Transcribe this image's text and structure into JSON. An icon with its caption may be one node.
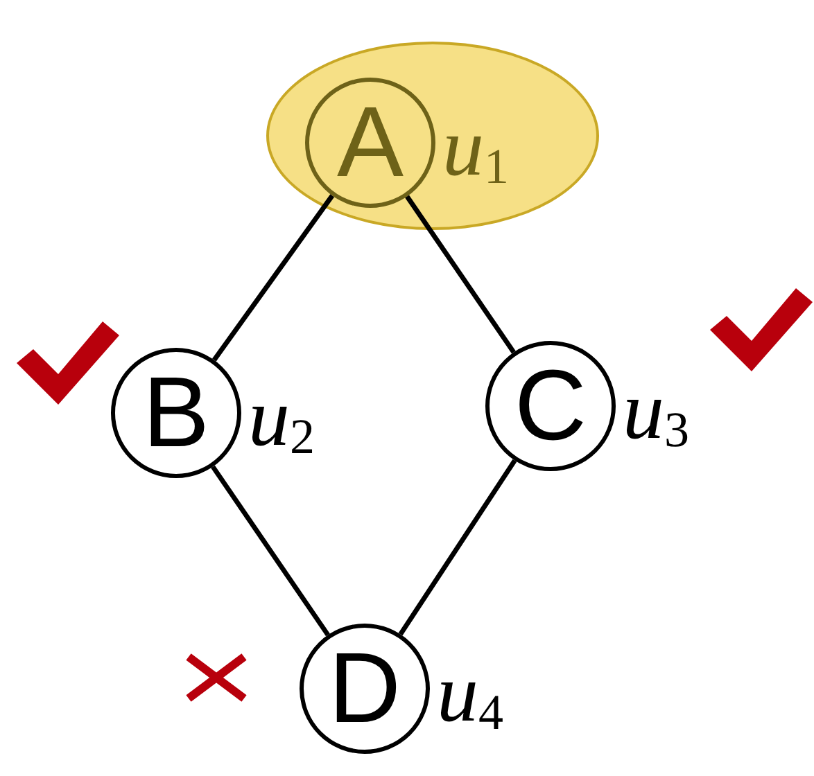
{
  "diagram": {
    "nodes": [
      {
        "text": [],
        "shape": "ellipse"
      },
      {
        "text": [
          "A"
        ],
        "in": 0,
        "beside": [
          "u$_{1}$"
        ]
      },
      {
        "text": [
          "B"
        ],
        "beside": [
          "u$_{2}$"
        ]
      },
      {
        "text": [
          "C"
        ],
        "beside": [
          "u$_{3}$"
        ]
      },
      {
        "text": [
          "D"
        ],
        "beside": [
          "u$_{4}$"
        ]
      }
    ],
    "edges": [
      {
        "from": 1,
        "to": 2,
        "arrow": "none"
      },
      {
        "from": 1,
        "to": 3,
        "arrow": "none"
      },
      {
        "from": 2,
        "to": 4,
        "arrow": "none"
      },
      {
        "from": 3,
        "to": 4,
        "arrow": "none"
      }
    ]
  }
}
